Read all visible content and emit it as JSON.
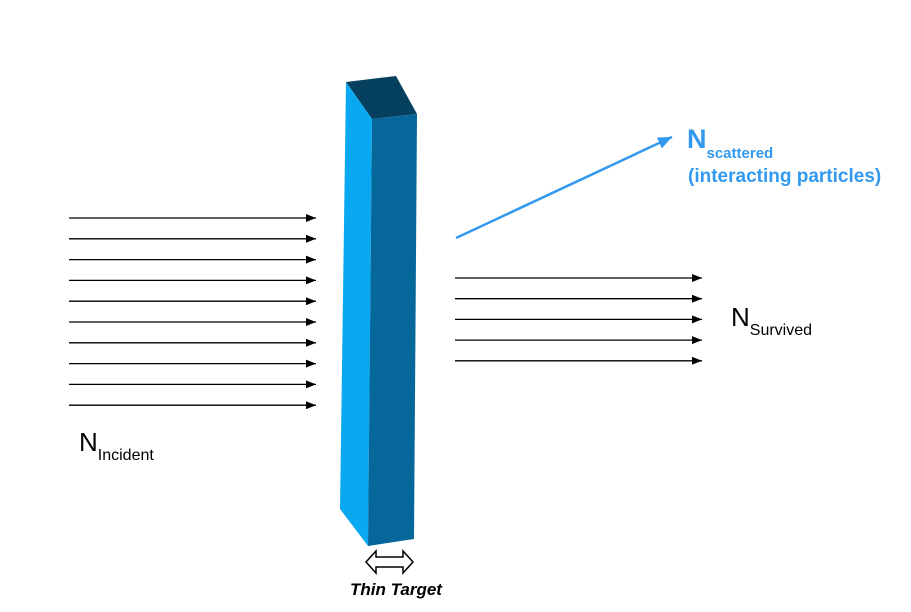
{
  "labels": {
    "incident": {
      "main": "N",
      "sub": "Incident"
    },
    "survived": {
      "main": "N",
      "sub": "Survived"
    },
    "scattered": {
      "main": "N",
      "sub": "scattered",
      "note": "(interacting particles)"
    },
    "target": "Thin Target"
  },
  "beams": {
    "incident_count": 10,
    "survived_count": 5
  },
  "colors": {
    "arrow": "#000000",
    "scattered": "#3399ee",
    "target_front": "#0aa8f0",
    "target_side": "#06689a",
    "target_top": "#05415f"
  }
}
